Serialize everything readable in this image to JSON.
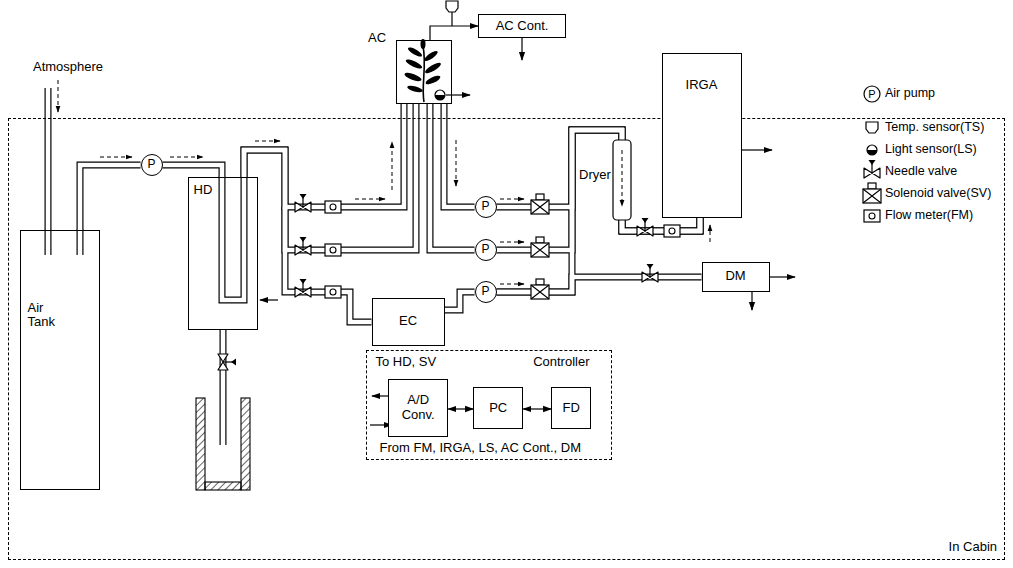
{
  "diagram": {
    "nodes": [
      {
        "text": [
          "AC"
        ]
      },
      {
        "text": [
          "AC Cont."
        ]
      },
      {
        "text": [
          "In Cabin"
        ]
      },
      {
        "text": [
          "Air Tank"
        ],
        "in": 2
      },
      {
        "text": [
          "P"
        ],
        "in": 2
      },
      {
        "text": [
          "HD"
        ],
        "in": 2
      },
      {
        "text": [
          "P"
        ],
        "in": 2
      },
      {
        "text": [
          "P"
        ],
        "in": 2
      },
      {
        "text": [
          "P"
        ],
        "in": 2
      },
      {
        "text": [
          "EC"
        ],
        "in": 2
      },
      {
        "text": [
          "IRGA"
        ],
        "in": 2
      },
      {
        "text": [
          "DM"
        ],
        "in": 2
      },
      {
        "text": [
          "Controller",
          "To HD, SV",
          "From FM, IRGA, LS, AC Cont., DM"
        ],
        "in": 2
      },
      {
        "text": [
          "A/D Conv."
        ],
        "in": 12
      },
      {
        "text": [
          "PC"
        ],
        "in": 12
      },
      {
        "text": [
          "FD"
        ],
        "in": 12
      }
    ],
    "edges": [
      {
        "from": 3,
        "to": 4,
        "arrow": "none"
      },
      {
        "from": 4,
        "to": 5,
        "arrow": "none"
      },
      {
        "from": 5,
        "to": 0,
        "arrow": "none"
      },
      {
        "from": 5,
        "to": 9,
        "arrow": "none"
      },
      {
        "from": 0,
        "to": 6,
        "arrow": "none"
      },
      {
        "from": 0,
        "to": 7,
        "arrow": "none"
      },
      {
        "from": 9,
        "to": 8,
        "arrow": "none"
      },
      {
        "from": 6,
        "to": 10,
        "arrow": "none"
      },
      {
        "from": 7,
        "to": 10,
        "arrow": "none"
      },
      {
        "from": 8,
        "to": 10,
        "arrow": "none"
      },
      {
        "from": 8,
        "to": 11,
        "arrow": "none"
      },
      {
        "from": 0,
        "to": 1,
        "arrow": "to"
      },
      {
        "from": 13,
        "to": 14,
        "arrow": "both"
      },
      {
        "from": 14,
        "to": 15,
        "arrow": "both"
      }
    ],
    "labels": [
      "Atmosphere",
      "Dryer",
      "P"
    ],
    "legend": [
      {
        "text": "Air pump"
      },
      {
        "text": "Temp. sensor(TS)"
      },
      {
        "text": "Light sensor(LS)"
      },
      {
        "text": "Needle valve"
      },
      {
        "text": "Solenoid valve(SV)"
      },
      {
        "text": "Flow meter(FM)"
      }
    ]
  }
}
